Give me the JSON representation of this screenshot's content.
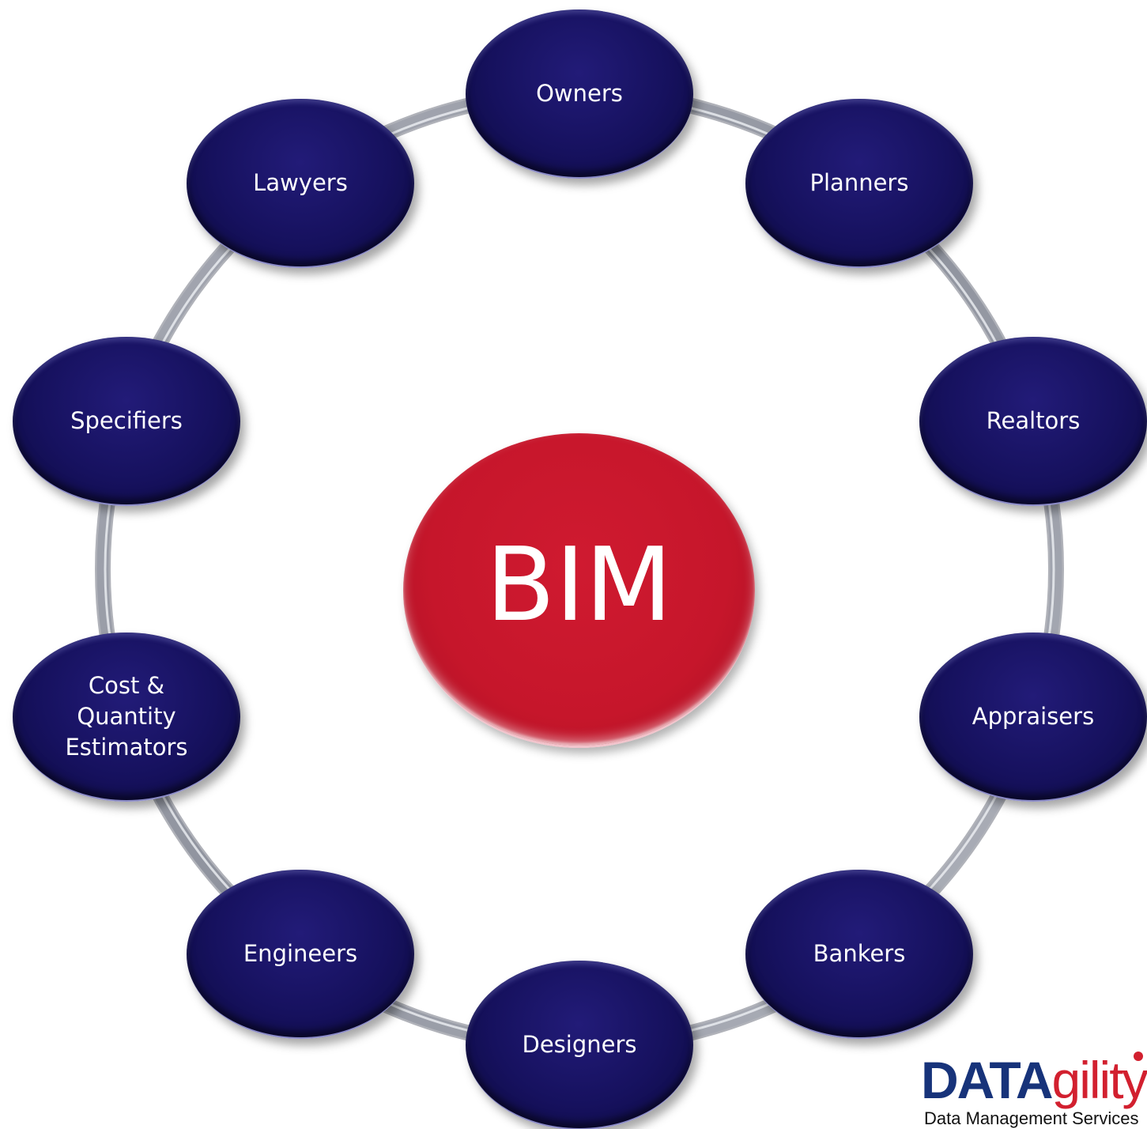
{
  "diagram": {
    "center": {
      "label": "BIM",
      "color": "#c8162c"
    },
    "node_color": "#16115e",
    "ring_color": "#9ea2ad",
    "nodes": [
      {
        "id": "owners",
        "label": "Owners"
      },
      {
        "id": "planners",
        "label": "Planners"
      },
      {
        "id": "realtors",
        "label": "Realtors"
      },
      {
        "id": "appraisers",
        "label": "Appraisers"
      },
      {
        "id": "bankers",
        "label": "Bankers"
      },
      {
        "id": "designers",
        "label": "Designers"
      },
      {
        "id": "engineers",
        "label": "Engineers"
      },
      {
        "id": "estimators",
        "label": "Cost &\nQuantity\nEstimators"
      },
      {
        "id": "specifiers",
        "label": "Specifiers"
      },
      {
        "id": "lawyers",
        "label": "Lawyers"
      }
    ]
  },
  "logo": {
    "word_part1": "DATA",
    "word_part2": "gility",
    "tagline": "Data Management Services",
    "brand_blue": "#17337a",
    "brand_red": "#d2202f"
  }
}
